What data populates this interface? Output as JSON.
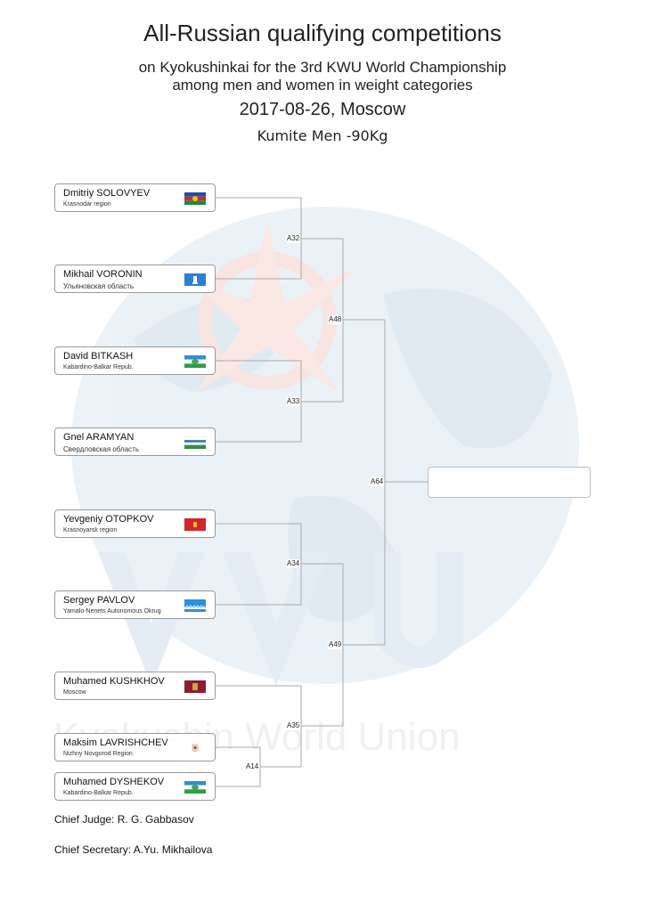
{
  "header": {
    "title": "All-Russian qualifying competitions",
    "subtitle_line1": "on Kyokushinkai for the 3rd KWU World Championship",
    "subtitle_line2": "among men and women in weight categories",
    "date_location": "2017-08-26, Moscow",
    "category": "Kumite Men -90Kg"
  },
  "watermark": {
    "text": "Kyokushin World Union"
  },
  "competitors": [
    {
      "name": "Dmitriy SOLOVYEV",
      "region": "Krasnodar region",
      "flag_icon": "krasnodar-flag-icon"
    },
    {
      "name": "Mikhail VORONIN",
      "region": "Ульяновская область",
      "flag_icon": "ulyanovsk-flag-icon"
    },
    {
      "name": "David BITKASH",
      "region": "Kabardino-Balkar Repub.",
      "flag_icon": "kabardino-balkaria-flag-icon"
    },
    {
      "name": "Gnel ARAMYAN",
      "region": "Свердловская область",
      "flag_icon": "sverdlovsk-flag-icon"
    },
    {
      "name": "Yevgeniy OTOPKOV",
      "region": "Krasnoyarsk region",
      "flag_icon": "krasnoyarsk-flag-icon"
    },
    {
      "name": "Sergey PAVLOV",
      "region": "Yamalo-Nenets Autonomous Okrug",
      "flag_icon": "yamalo-nenets-flag-icon"
    },
    {
      "name": "Muhamed KUSHKHOV",
      "region": "Moscow",
      "flag_icon": "moscow-flag-icon"
    },
    {
      "name": "Maksim LAVRISHCHEV",
      "region": "Nizhny Novgorod Region",
      "flag_icon": "nizhny-novgorod-flag-icon"
    },
    {
      "name": "Muhamed DYSHEKOV",
      "region": "Kabardino-Balkar Repub.",
      "flag_icon": "kabardino-balkaria-flag-icon"
    }
  ],
  "matches": {
    "a14": "A14",
    "a32": "A32",
    "a33": "A33",
    "a34": "A34",
    "a35": "A35",
    "a48": "A48",
    "a49": "A49",
    "a64": "A64"
  },
  "footer": {
    "chief_judge": "Chief Judge: R. G. Gabbasov",
    "chief_secretary": "Chief Secretary: A.Yu. Mikhailova"
  },
  "colors": {
    "line": "#aaaaaa",
    "box_border": "#9a9a9a",
    "watermark_blue": "#cfe0ee",
    "watermark_red": "#f7d9d5"
  }
}
